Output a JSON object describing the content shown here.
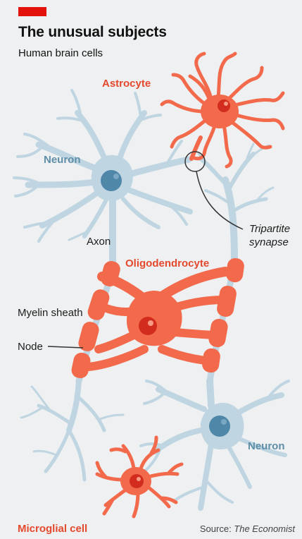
{
  "header": {
    "title": "The unusual subjects",
    "subtitle": "Human brain cells"
  },
  "labels": {
    "astrocyte": "Astrocyte",
    "neuron_top": "Neuron",
    "tripartite_line1": "Tripartite",
    "tripartite_line2": "synapse",
    "axon": "Axon",
    "oligodendrocyte": "Oligodendrocyte",
    "myelin_sheath": "Myelin sheath",
    "node": "Node",
    "neuron_bottom": "Neuron",
    "microglial": "Microglial cell"
  },
  "source": {
    "prefix": "Source: ",
    "name": "The Economist"
  },
  "colors": {
    "brand_red": "#e3120b",
    "neuron_blue": "#bfd6e2",
    "nucleus_blue": "#4f87a8",
    "glia_orange": "#f26a4b",
    "glia_nucleus": "#d22c1f",
    "background": "#eef0f1"
  }
}
